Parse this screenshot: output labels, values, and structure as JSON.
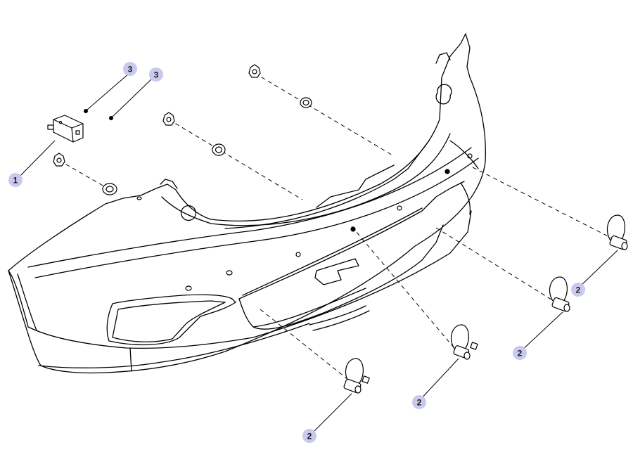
{
  "colors": {
    "line": "#000000",
    "callout_fill": "#c9c9f0",
    "callout_text": "#1a1a1a",
    "background": "#ffffff"
  },
  "callouts": [
    {
      "id": "c1",
      "label": "1"
    },
    {
      "id": "c3a",
      "label": "3"
    },
    {
      "id": "c3b",
      "label": "3"
    },
    {
      "id": "c2a",
      "label": "2"
    },
    {
      "id": "c2b",
      "label": "2"
    },
    {
      "id": "c2c",
      "label": "2"
    },
    {
      "id": "c2d",
      "label": "2"
    }
  ]
}
